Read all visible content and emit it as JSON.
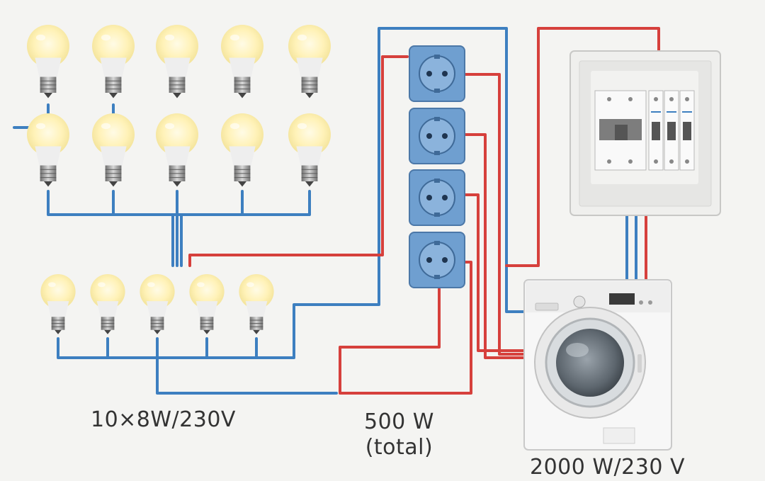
{
  "labels": {
    "bulbs": "10×8W/230V",
    "sockets_line1": "500 W",
    "sockets_line2": "(total)",
    "washer": "2000 W/230 V"
  },
  "counts": {
    "bulb_rows_upper": 2,
    "bulbs_per_upper_row": 5,
    "bulbs_lower_row": 5,
    "sockets": 4,
    "breakers": 4
  },
  "colors": {
    "background": "#f4f4f2",
    "neutral_wire": "#3d7fc0",
    "live_wire": "#d6403c",
    "earth_wire": "#555555",
    "socket_fill": "#6f9fd0",
    "bulb_glow": "#fff2b8",
    "appliance_body": "#f7f7f7"
  },
  "icons": [
    "light-bulb-icon",
    "wall-socket-icon",
    "breaker-panel-icon",
    "washing-machine-icon"
  ]
}
